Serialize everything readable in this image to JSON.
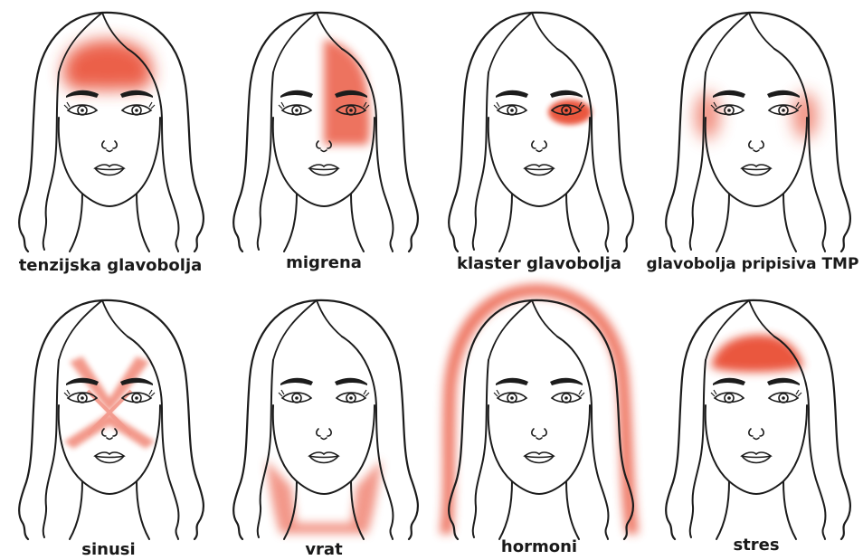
{
  "colors": {
    "line": "#1c1c1c",
    "pain": "#e8442c",
    "paper": "#ffffff"
  },
  "panels": [
    {
      "label": "tenzijska glavobolja",
      "pain": "forehead-band"
    },
    {
      "label": "migrena",
      "pain": "one-side-head"
    },
    {
      "label": "klaster glavobolja",
      "pain": "around-one-eye"
    },
    {
      "label": "glavobolja pripisiva TMP",
      "pain": "temples-jaw"
    },
    {
      "label": "sinusi",
      "pain": "sinus-cross"
    },
    {
      "label": "vrat",
      "pain": "neck-back"
    },
    {
      "label": "hormoni",
      "pain": "whole-head"
    },
    {
      "label": "stres",
      "pain": "upper-forehead"
    }
  ]
}
